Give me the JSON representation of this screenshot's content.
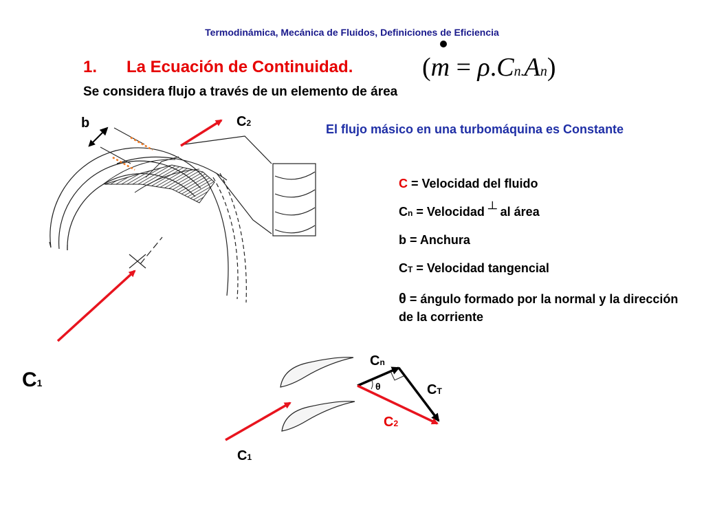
{
  "header": "Termodinámica, Mecánica de Fluidos, Definiciones de Eficiencia",
  "section": {
    "number": "1.",
    "title": "La Ecuación de Continuidad."
  },
  "formula": {
    "open": "(",
    "m": "m",
    "eq": " = ",
    "rho": "ρ",
    "dot1": ".",
    "c": "C",
    "c_sub": "n.",
    "a": "A",
    "a_sub": "n",
    "close": ")"
  },
  "subtitle": "Se considera flujo a través de un elemento de área",
  "statement": "El flujo másico en una turbomáquina es Constante",
  "definitions": {
    "c": {
      "symbol": "C",
      "text": " = Velocidad del fluido"
    },
    "cn": {
      "symbol": "C",
      "sub": "n",
      "text_before": " = Velocidad ",
      "perp": "┴",
      "text_after": " al área"
    },
    "b": {
      "text": "b = Anchura"
    },
    "ct": {
      "symbol": "C",
      "sub": "T",
      "text": " = Velocidad tangencial"
    },
    "theta": {
      "symbol": "θ",
      "text": " = ángulo formado por la normal y la dirección de la corriente"
    }
  },
  "labels": {
    "b": "b",
    "c2_top": {
      "c": "C",
      "sub": "2"
    },
    "c1_big": {
      "c": "C",
      "sub": "1"
    },
    "cn": {
      "c": "C",
      "sub": "n"
    },
    "theta": "θ",
    "ct": {
      "c": "C",
      "sub": "T"
    },
    "c2_bottom": {
      "c": "C",
      "sub": "2"
    },
    "c1_bottom": {
      "c": "C",
      "sub": "1"
    }
  },
  "colors": {
    "header_blue": "#1a1a8c",
    "section_red": "#e60000",
    "statement_blue": "#1f2fa6",
    "arrow_red": "#e8141e",
    "guide_orange": "#f07820"
  }
}
